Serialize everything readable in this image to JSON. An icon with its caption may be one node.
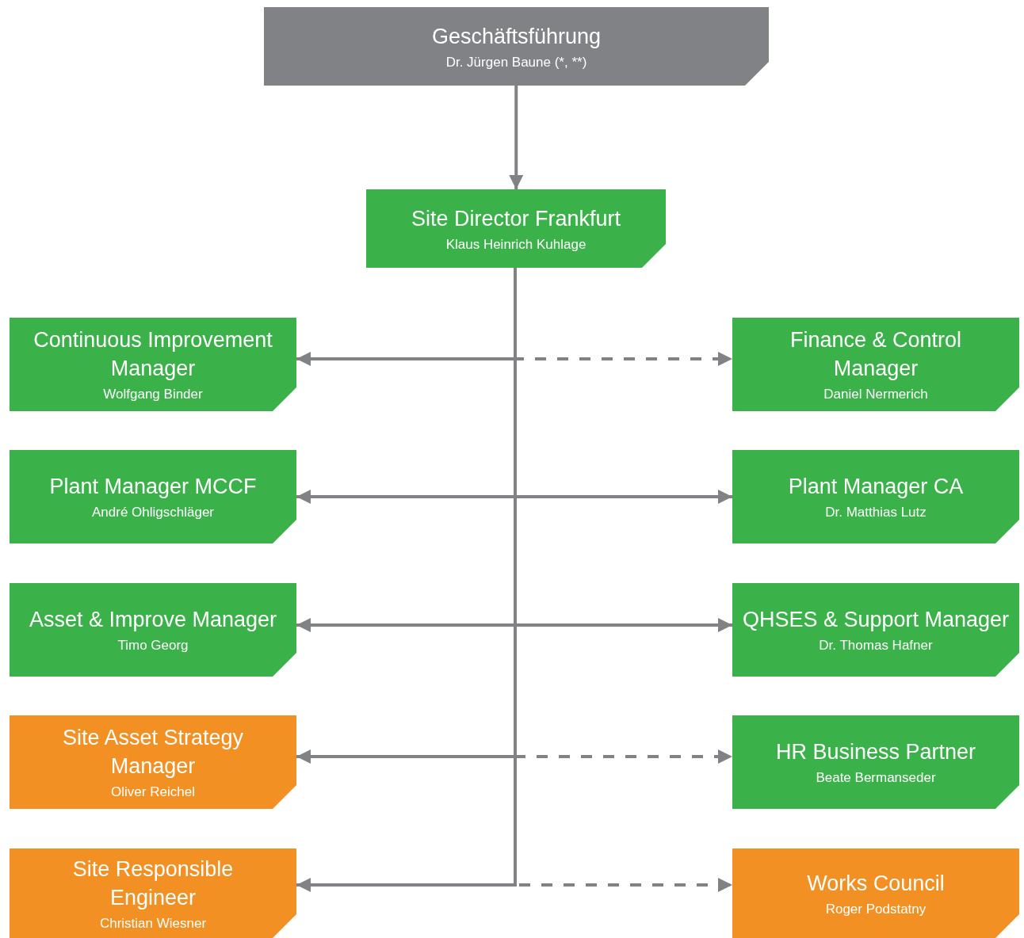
{
  "diagram": {
    "nodes": [
      {
        "text": [
          "Geschäftsführung",
          "Dr. Jürgen Baune (*, **)"
        ]
      },
      {
        "text": [
          "Site Director Frankfurt",
          "Klaus Heinrich Kuhlage"
        ]
      },
      {
        "text": [
          "Continuous Improvement Manager",
          "Wolfgang Binder"
        ]
      },
      {
        "text": [
          "Finance & Control Manager",
          "Daniel Nermerich"
        ]
      },
      {
        "text": [
          "Plant Manager MCCF",
          "André Ohligschläger"
        ]
      },
      {
        "text": [
          "Plant Manager CA",
          "Dr. Matthias Lutz"
        ]
      },
      {
        "text": [
          "Asset & Improve Manager",
          "Timo Georg"
        ]
      },
      {
        "text": [
          "QHSES & Support Manager",
          "Dr. Thomas Hafner"
        ]
      },
      {
        "text": [
          "Site Asset Strategy Manager",
          "Oliver Reichel"
        ]
      },
      {
        "text": [
          "HR Business Partner",
          "Beate Bermanseder"
        ]
      },
      {
        "text": [
          "Site Responsible Engineer",
          "Christian Wiesner"
        ]
      },
      {
        "text": [
          "Works Council",
          "Roger Podstatny"
        ]
      }
    ],
    "edges": [
      {
        "from": 0,
        "to": 1,
        "arrow": "to"
      },
      {
        "from": 1,
        "to": 2,
        "arrow": "to"
      },
      {
        "from": 1,
        "to": 3,
        "arrow": "to",
        "style": "dashed"
      },
      {
        "from": 1,
        "to": 4,
        "arrow": "to"
      },
      {
        "from": 1,
        "to": 5,
        "arrow": "to"
      },
      {
        "from": 1,
        "to": 6,
        "arrow": "to"
      },
      {
        "from": 1,
        "to": 7,
        "arrow": "to"
      },
      {
        "from": 1,
        "to": 8,
        "arrow": "to"
      },
      {
        "from": 1,
        "to": 9,
        "arrow": "to",
        "style": "dashed"
      },
      {
        "from": 1,
        "to": 10,
        "arrow": "to"
      },
      {
        "from": 1,
        "to": 11,
        "arrow": "to",
        "style": "dashed"
      }
    ]
  }
}
